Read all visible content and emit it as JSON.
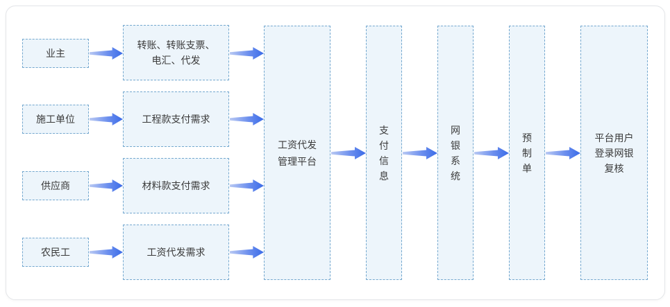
{
  "diagram": {
    "sources": [
      {
        "label": "业主"
      },
      {
        "label": "施工单位"
      },
      {
        "label": "供应商"
      },
      {
        "label": "农民工"
      }
    ],
    "demands": [
      {
        "label": "转账、转账支票、电汇、代发",
        "lines": [
          "转账、转账支票、",
          "电汇、代发"
        ]
      },
      {
        "label": "工程款支付需求"
      },
      {
        "label": "材料款支付需求"
      },
      {
        "label": "工资代发需求"
      }
    ],
    "platform": {
      "label": "工资代发管理平台",
      "lines": [
        "工资代发",
        "管理平台"
      ]
    },
    "chain": [
      {
        "label": "支付信息",
        "lines": [
          "支",
          "付",
          "信",
          "息"
        ]
      },
      {
        "label": "网银系统",
        "lines": [
          "网",
          "银",
          "系",
          "统"
        ]
      },
      {
        "label": "预制单",
        "lines": [
          "预",
          "制",
          "单"
        ]
      },
      {
        "label": "平台用户登录网银复核",
        "lines": [
          "平台用户",
          "登录网银",
          "复核"
        ]
      }
    ],
    "colors": {
      "box_fill": "#edf5fb",
      "box_border": "#74a8cf",
      "arrow_start": "#b5c6f2",
      "arrow_end": "#3a6be8",
      "text": "#3a3a3a",
      "card_border": "#e3e5e8"
    }
  }
}
